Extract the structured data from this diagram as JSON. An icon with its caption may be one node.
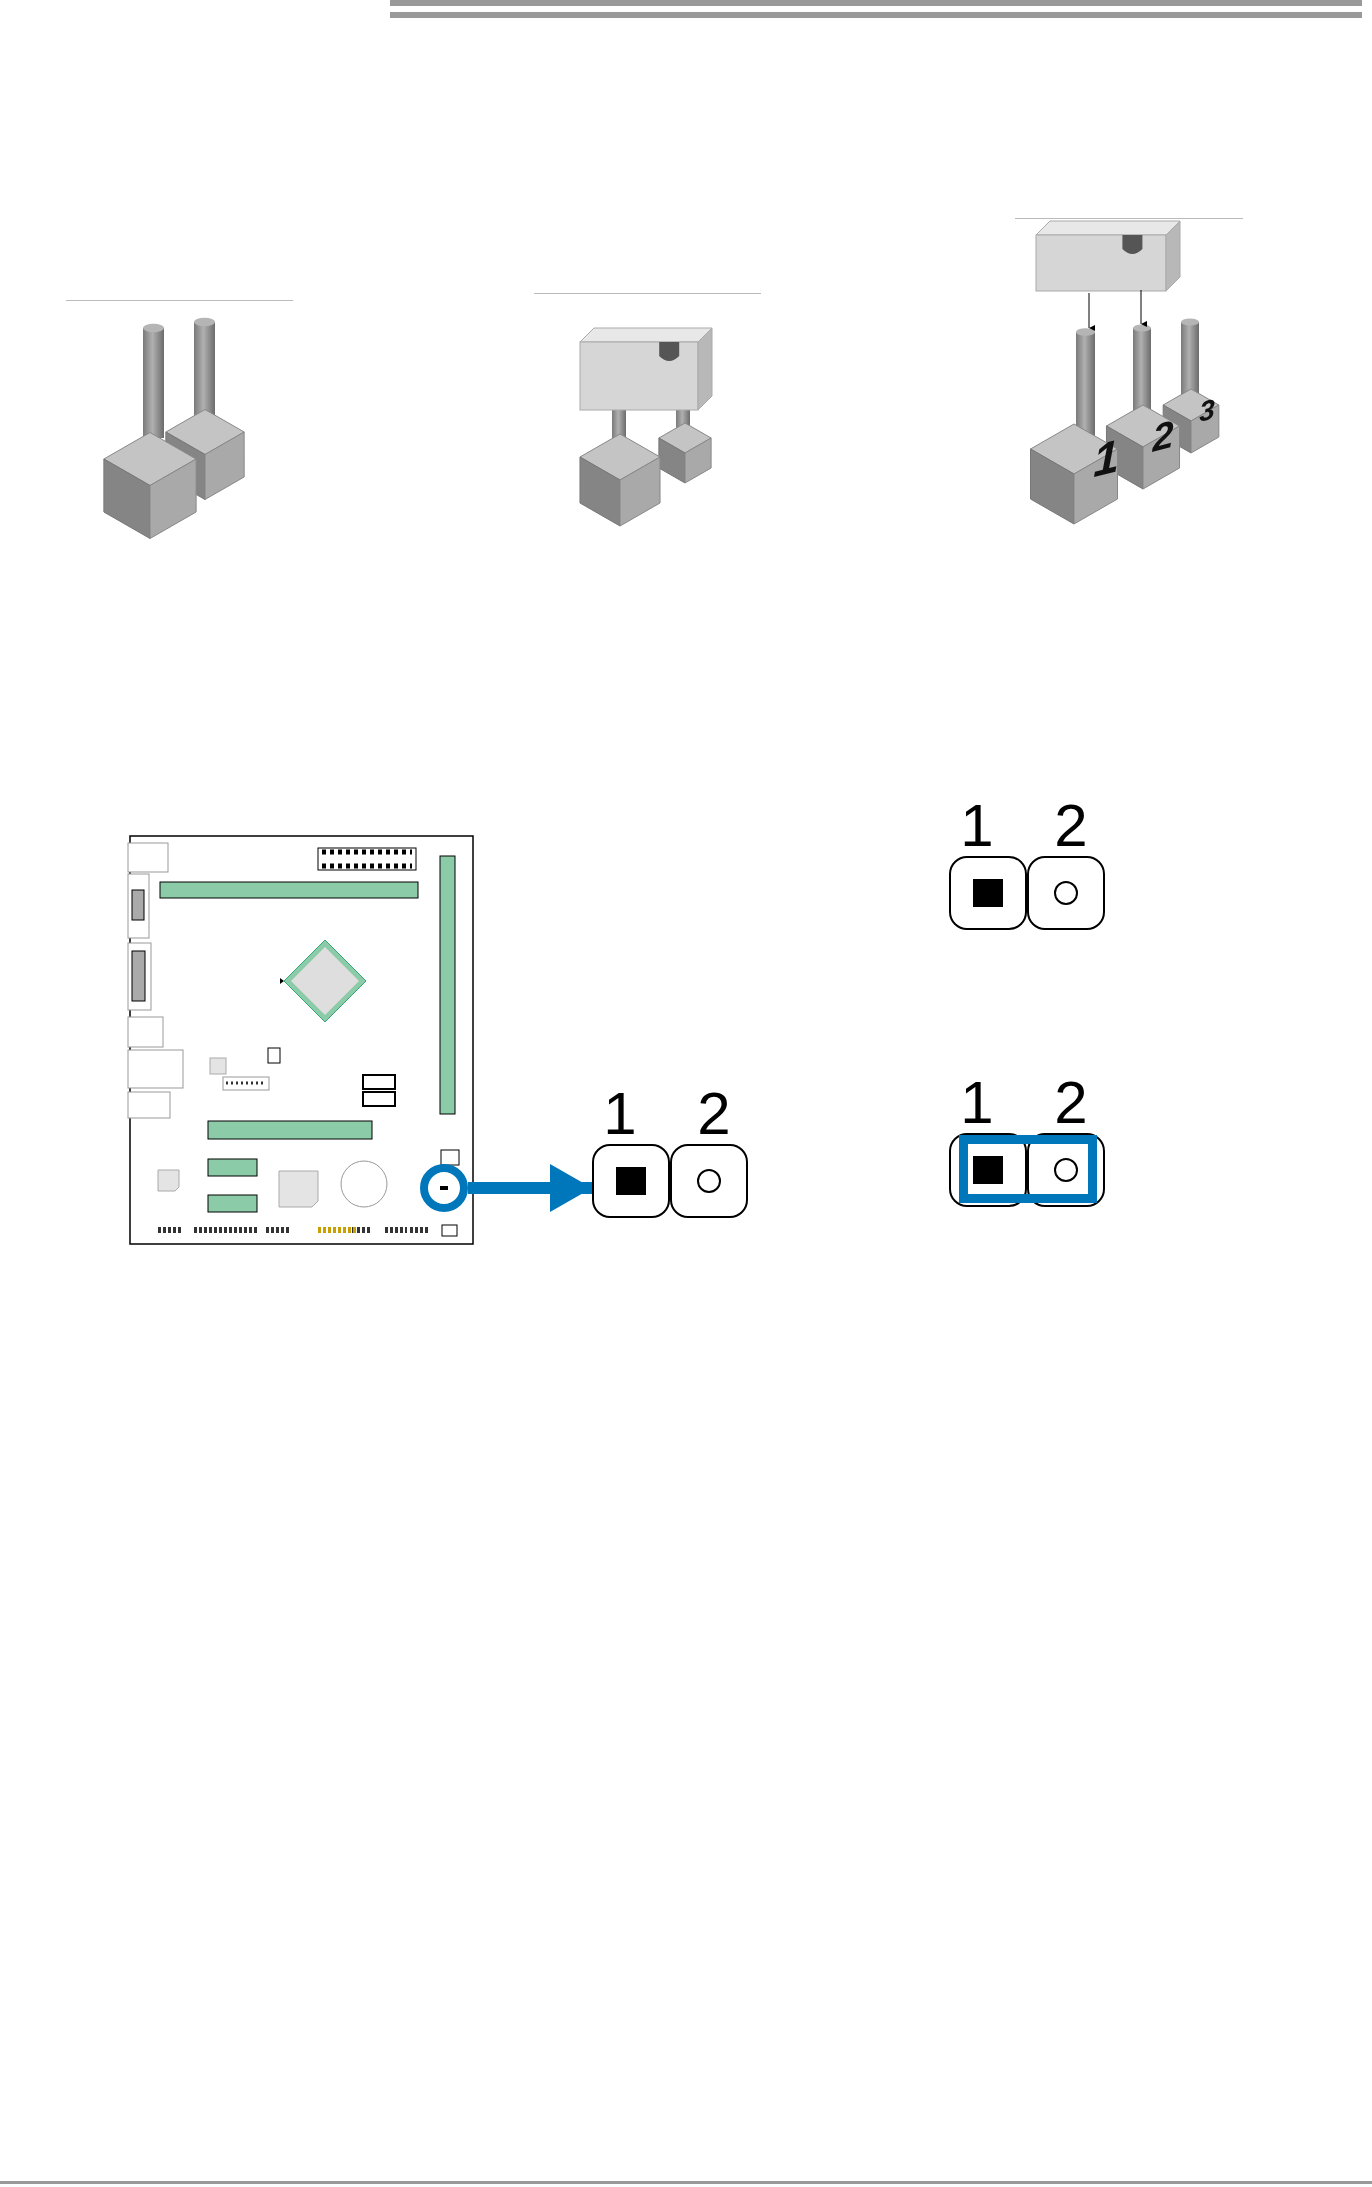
{
  "diagram": {
    "nodes": [
      {
        "text": [
          "1",
          "2"
        ]
      },
      {
        "text": [
          "1",
          "2"
        ]
      },
      {
        "text": [],
        "shape": "circle"
      },
      {
        "text": [
          "1",
          "2"
        ]
      }
    ],
    "edges": [
      {
        "from": 2,
        "to": 3,
        "arrow": "to",
        "color": "#0077bb"
      }
    ],
    "labels": [
      "1",
      "2",
      "3"
    ]
  }
}
